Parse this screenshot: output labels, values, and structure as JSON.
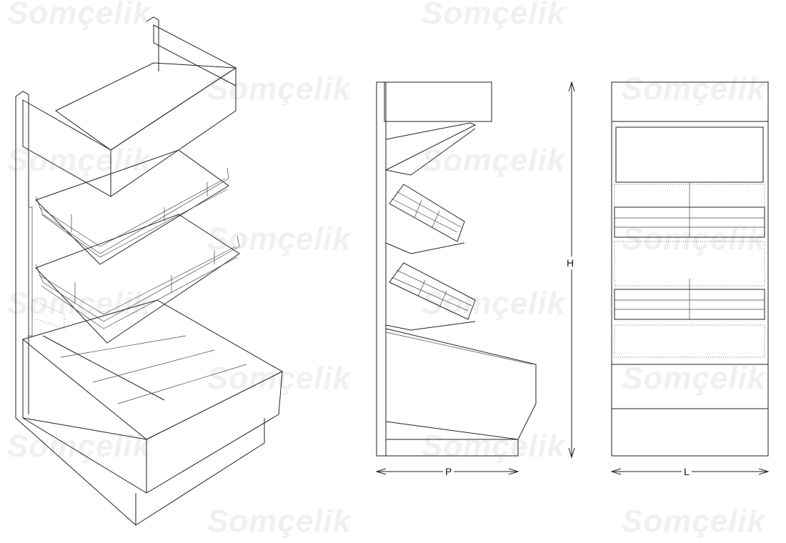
{
  "watermark": "Somçelik",
  "dimensions": {
    "depth": "P",
    "height": "H",
    "width": "L"
  },
  "views": [
    "isometric",
    "side",
    "front"
  ]
}
